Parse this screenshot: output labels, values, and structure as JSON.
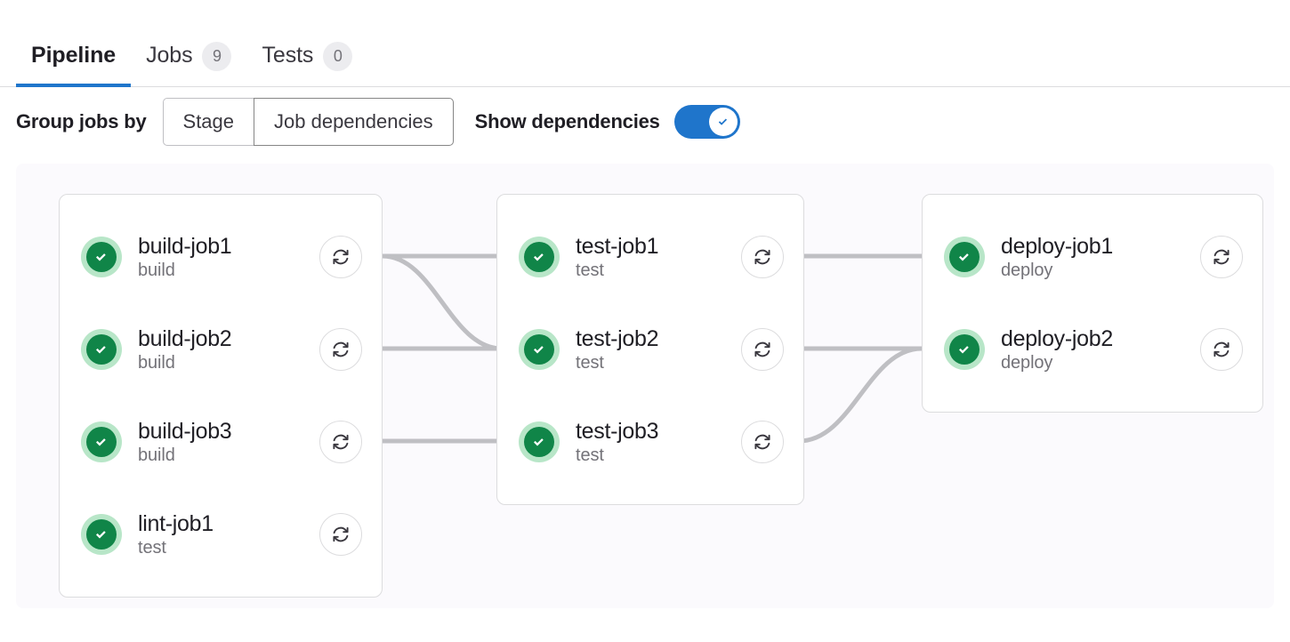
{
  "tabs": [
    {
      "label": "Pipeline",
      "badge": null,
      "active": true
    },
    {
      "label": "Jobs",
      "badge": "9",
      "active": false
    },
    {
      "label": "Tests",
      "badge": "0",
      "active": false
    }
  ],
  "controls": {
    "group_by_label": "Group jobs by",
    "segments": [
      {
        "label": "Stage",
        "selected": false
      },
      {
        "label": "Job dependencies",
        "selected": true
      }
    ],
    "show_dependencies_label": "Show dependencies",
    "show_dependencies_on": true,
    "toggle_icon": "check-icon"
  },
  "colors": {
    "accent": "#1f75cb",
    "success": "#108548",
    "success_halo": "#b8e6c8",
    "link": "#bfbfc3",
    "canvas": "#fbfafd",
    "card_border": "#dcdcde",
    "badge_bg": "#ececef"
  },
  "pipeline": {
    "status_icon": "check-circle-icon",
    "retry_icon": "retry-icon",
    "columns": [
      {
        "id": "col-1",
        "jobs": [
          {
            "name": "build-job1",
            "stage": "build",
            "status": "success"
          },
          {
            "name": "build-job2",
            "stage": "build",
            "status": "success"
          },
          {
            "name": "build-job3",
            "stage": "build",
            "status": "success"
          },
          {
            "name": "lint-job1",
            "stage": "test",
            "status": "success"
          }
        ]
      },
      {
        "id": "col-2",
        "jobs": [
          {
            "name": "test-job1",
            "stage": "test",
            "status": "success"
          },
          {
            "name": "test-job2",
            "stage": "test",
            "status": "success"
          },
          {
            "name": "test-job3",
            "stage": "test",
            "status": "success"
          }
        ]
      },
      {
        "id": "col-3",
        "jobs": [
          {
            "name": "deploy-job1",
            "stage": "deploy",
            "status": "success"
          },
          {
            "name": "deploy-job2",
            "stage": "deploy",
            "status": "success"
          }
        ]
      }
    ],
    "links": [
      {
        "from": "build-job1",
        "to": "test-job1",
        "shape": "straight"
      },
      {
        "from": "build-job1",
        "to": "test-job2",
        "shape": "curve-down"
      },
      {
        "from": "build-job2",
        "to": "test-job2",
        "shape": "straight"
      },
      {
        "from": "build-job3",
        "to": "test-job3",
        "shape": "straight"
      },
      {
        "from": "test-job1",
        "to": "deploy-job1",
        "shape": "straight"
      },
      {
        "from": "test-job2",
        "to": "deploy-job2",
        "shape": "straight"
      },
      {
        "from": "test-job3",
        "to": "deploy-job2",
        "shape": "curve-up"
      }
    ]
  }
}
